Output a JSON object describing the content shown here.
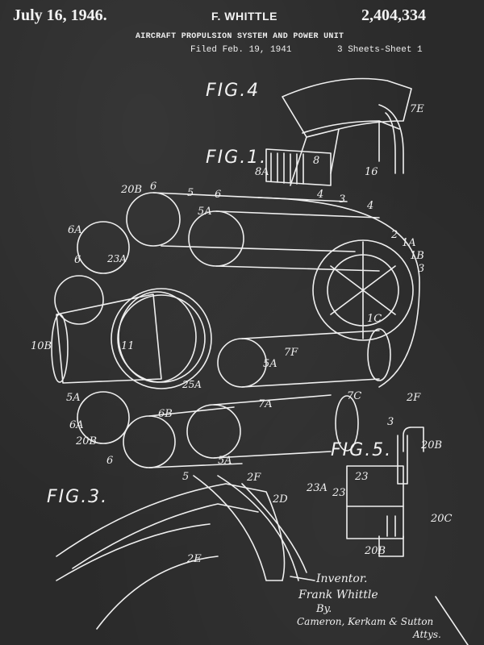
{
  "patent": {
    "date": "July 16, 1946.",
    "inventor": "F. WHITTLE",
    "number": "2,404,334",
    "title": "AIRCRAFT PROPULSION SYSTEM AND POWER UNIT",
    "filed": "Filed Feb. 19, 1941",
    "sheets": "3 Sheets-Sheet 1"
  },
  "figures": {
    "fig1": "FIG.1.",
    "fig3": "FIG.3.",
    "fig4": "FIG.4",
    "fig5": "FIG.5."
  },
  "reference_labels": [
    "20B",
    "6",
    "5",
    "6A",
    "6",
    "23A",
    "5A",
    "6",
    "4",
    "3",
    "4",
    "2",
    "1A",
    "1B",
    "3",
    "8",
    "8A",
    "16",
    "7E",
    "10B",
    "11",
    "1C",
    "7F",
    "7A",
    "5A",
    "7C",
    "2F",
    "3",
    "5A",
    "6A",
    "20B",
    "6B",
    "6",
    "5A",
    "5",
    "23",
    "25A",
    "23A",
    "2F",
    "2D",
    "2E",
    "20B",
    "23",
    "20C",
    "20B"
  ],
  "signature": {
    "inventor_label": "Inventor.",
    "inventor_name": "Frank Whittle",
    "by": "By.",
    "attorneys": "Cameron, Kerkam & Sutton",
    "atty": "Attys."
  },
  "colors": {
    "background": "#2a2a2a",
    "ink": "#f2f2f2"
  }
}
